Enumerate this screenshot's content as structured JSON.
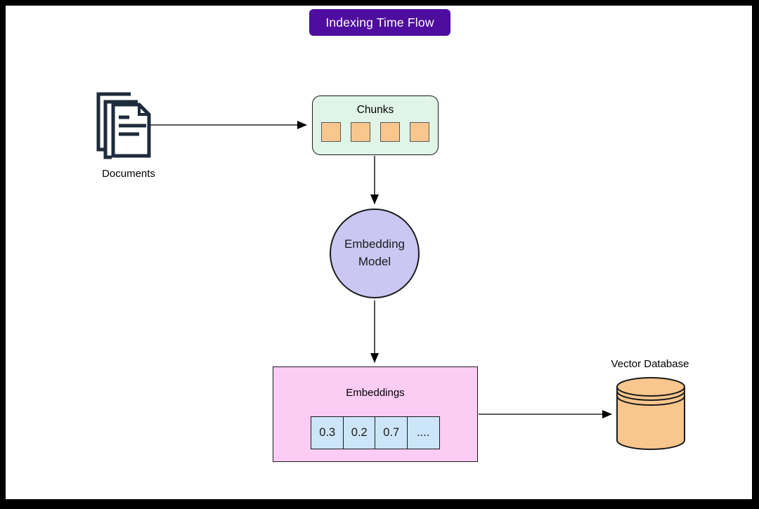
{
  "title": {
    "label": "Indexing Time Flow"
  },
  "nodes": {
    "documents": {
      "label": "Documents"
    },
    "chunks": {
      "label": "Chunks",
      "chunk_count": 4
    },
    "embedding_model": {
      "label": "Embedding Model"
    },
    "embeddings": {
      "label": "Embeddings",
      "values": [
        "0.3",
        "0.2",
        "0.7",
        "...."
      ]
    },
    "vector_database": {
      "label": "Vector Database"
    }
  },
  "edges": [
    {
      "from": "documents",
      "to": "chunks"
    },
    {
      "from": "chunks",
      "to": "embedding_model"
    },
    {
      "from": "embedding_model",
      "to": "embeddings"
    },
    {
      "from": "embeddings",
      "to": "vector_database"
    }
  ],
  "colors": {
    "frame": "#000000",
    "canvas": "#ffffff",
    "title_bg": "#4e0d9e",
    "title_text": "#ffffff",
    "chunks_bg": "#e0f5e8",
    "chunk_square": "#f9c78e",
    "embedding_model_bg": "#cbc7f3",
    "embeddings_bg": "#fbccf4",
    "embedding_cell_bg": "#cde5f8",
    "vector_db_fill": "#f9c78e",
    "document_icon": "#1e2b3c",
    "outline": "#1a1a1a"
  }
}
